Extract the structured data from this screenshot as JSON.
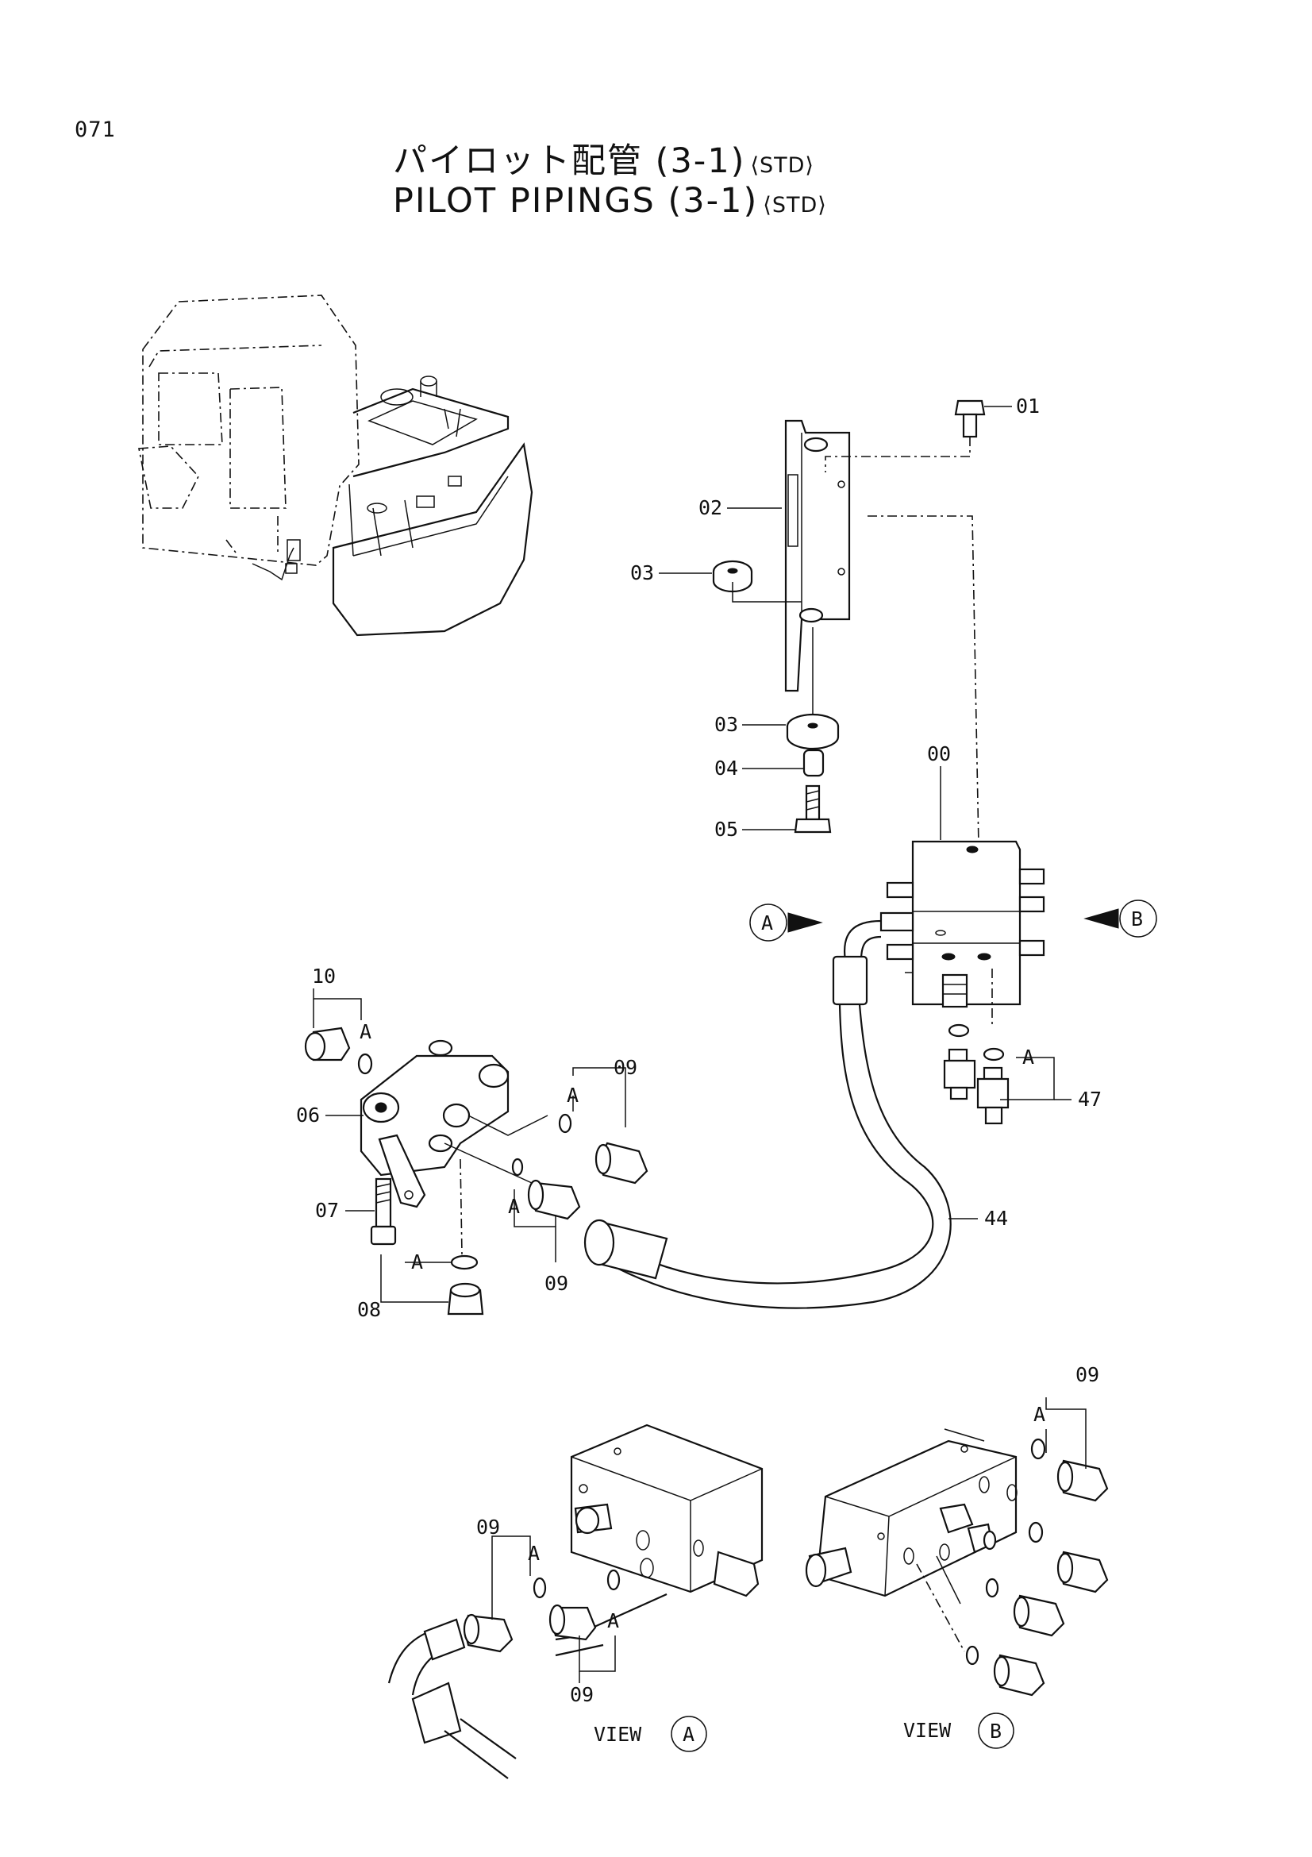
{
  "page_number": "071",
  "title": {
    "jp": "パイロット配管 (3-1)",
    "en": "PILOT PIPINGS (3-1)",
    "tag": "⟨STD⟩"
  },
  "callouts": {
    "p00": "00",
    "p01": "01",
    "p02": "02",
    "p03a": "03",
    "p03b": "03",
    "p04": "04",
    "p05": "05",
    "p06": "06",
    "p07": "07",
    "p08": "08",
    "p09a": "09",
    "p09b": "09",
    "p09c": "09",
    "p09d": "09",
    "p09e": "09",
    "p10": "10",
    "p44": "44",
    "p47": "47"
  },
  "markers": {
    "a1": "A",
    "a2": "A",
    "a3": "A",
    "a4": "A",
    "a5": "A",
    "a6": "A",
    "a7": "A",
    "a8": "A",
    "a9": "A"
  },
  "view_arrows": {
    "a": "A",
    "b": "B"
  },
  "views": {
    "a": {
      "word": "VIEW",
      "letter": "A"
    },
    "b": {
      "word": "VIEW",
      "letter": "B"
    }
  }
}
